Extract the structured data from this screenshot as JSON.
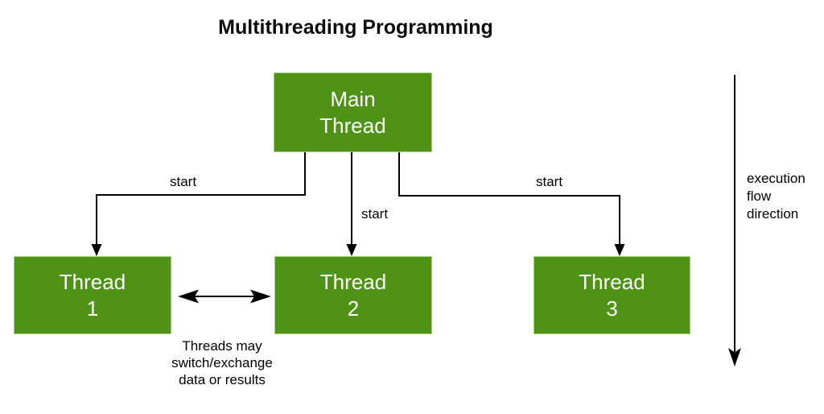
{
  "title": "Multithreading Programming",
  "colors": {
    "node_fill": "#4e9316",
    "node_border": "#a9cf87",
    "node_text": "#ffffff",
    "line": "#000000",
    "label_text": "#000000"
  },
  "nodes": {
    "main": {
      "label": "Main\nThread"
    },
    "thread1": {
      "label": "Thread\n1"
    },
    "thread2": {
      "label": "Thread\n2"
    },
    "thread3": {
      "label": "Thread\n3"
    }
  },
  "edges": {
    "start1": {
      "label": "start"
    },
    "start2": {
      "label": "start"
    },
    "start3": {
      "label": "start"
    }
  },
  "annotations": {
    "exchange_note": "Threads may\nswitch/exchange\ndata or results",
    "execution_note": "execution\nflow\ndirection"
  }
}
